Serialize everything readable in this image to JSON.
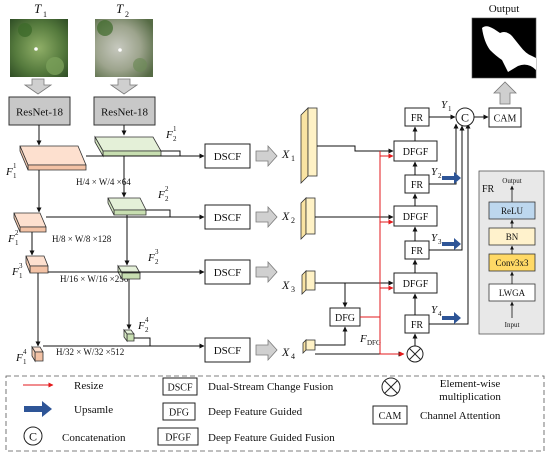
{
  "inputs": {
    "t1_label": "T",
    "t1_sub": "1",
    "t2_label": "T",
    "t2_sub": "2",
    "backbone": "ResNet-18"
  },
  "output": {
    "label": "Output"
  },
  "features": {
    "f1_base": "F",
    "f2_base": "F",
    "dims": [
      "H/4 × W/4 ×64",
      "H/8 × W/8 ×128",
      "H/16 × W/16 ×256",
      "H/32 × W/32 ×512"
    ]
  },
  "modules": {
    "dscf": "DSCF",
    "dfgf": "DFGF",
    "fr": "FR",
    "cam": "CAM",
    "dfg": "DFG",
    "concat_symbol": "C",
    "f_dfg": "F",
    "f_dfg_sub": "DFG"
  },
  "xy": {
    "x": "X",
    "y": "Y"
  },
  "fr_detail": {
    "title": "FR",
    "output": "Output",
    "input": "Input",
    "layers": [
      "ReLU",
      "BN",
      "Conv3x3",
      "LWGA"
    ]
  },
  "legend": {
    "resize": "Resize",
    "upsample": "Upsamle",
    "concatenation": "Concatenation",
    "dscf_abbr": "DSCF",
    "dscf_full": "Dual-Stream Change Fusion",
    "dfg_abbr": "DFG",
    "dfg_full": "Deep Feature Guided",
    "dfgf_abbr": "DFGF",
    "dfgf_full": "Deep Feature Guided Fusion",
    "ewm_line1": "Element-wise",
    "ewm_line2": "multiplication",
    "cam_abbr": "CAM",
    "cam_full": "Channel Attention"
  },
  "colors": {
    "resize_red": "#e31a1c",
    "upsample_blue": "#2e5597",
    "backbone_gray": "#c8c8c8",
    "f1_fill": "#fde0cf",
    "f2_fill": "#e4f0d8",
    "x_fill": "#fff2c6",
    "relu_blue": "#bdd7ee",
    "bn_yellow": "#fff2cc",
    "conv_orange": "#ffd966"
  }
}
